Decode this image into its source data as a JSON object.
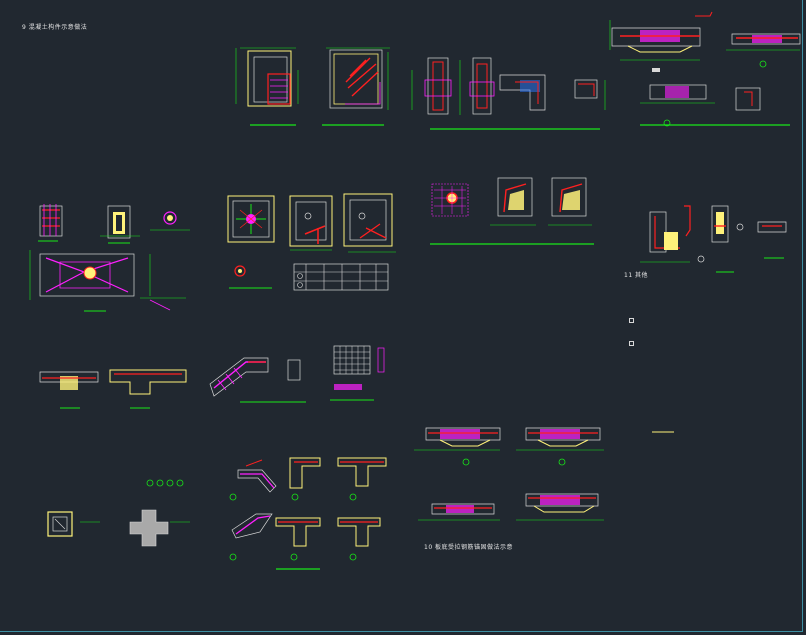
{
  "drawing": {
    "title_note": "9  混凝土构件示意做法",
    "label_11": "11  其他",
    "label_10": "10  板底受拉钢筋锚固做法示意",
    "colors": {
      "background": "#212830",
      "line_white": "#d8d8d8",
      "dim_green": "#19e619",
      "rebar_red": "#ff2020",
      "hatch_magenta": "#ff20ff",
      "fill_yellow": "#fff27a",
      "section_blue": "#2b78ff",
      "border_cyan": "#3d8fa3"
    }
  }
}
